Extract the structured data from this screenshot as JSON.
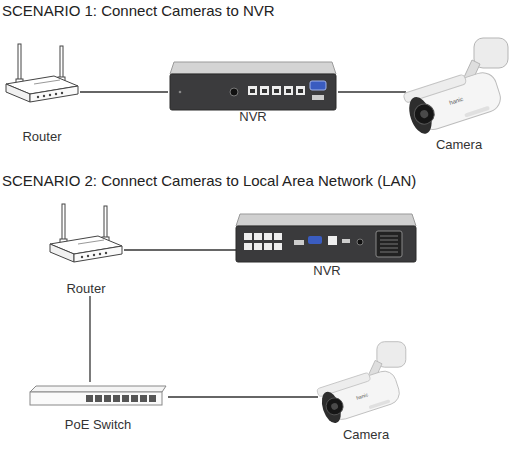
{
  "diagram": {
    "nodes": [
      {
        "text": [
          "Router"
        ]
      },
      {
        "text": [
          "NVR"
        ]
      },
      {
        "text": [
          "Camera"
        ]
      },
      {
        "text": [
          "Router"
        ]
      },
      {
        "text": [
          "NVR"
        ]
      },
      {
        "text": [
          "PoE Switch"
        ]
      },
      {
        "text": [
          "Camera"
        ]
      }
    ],
    "edges": [
      {
        "from": 0,
        "to": 1,
        "arrow": "none"
      },
      {
        "from": 1,
        "to": 2,
        "arrow": "none"
      },
      {
        "from": 3,
        "to": 4,
        "arrow": "none"
      },
      {
        "from": 3,
        "to": 5,
        "arrow": "none"
      },
      {
        "from": 5,
        "to": 6,
        "arrow": "none"
      }
    ],
    "labels": [
      "SCENARIO 1: Connect Cameras to NVR",
      "SCENARIO 2: Connect Cameras to Local Area Network (LAN)",
      "hanic",
      "hanic"
    ]
  }
}
